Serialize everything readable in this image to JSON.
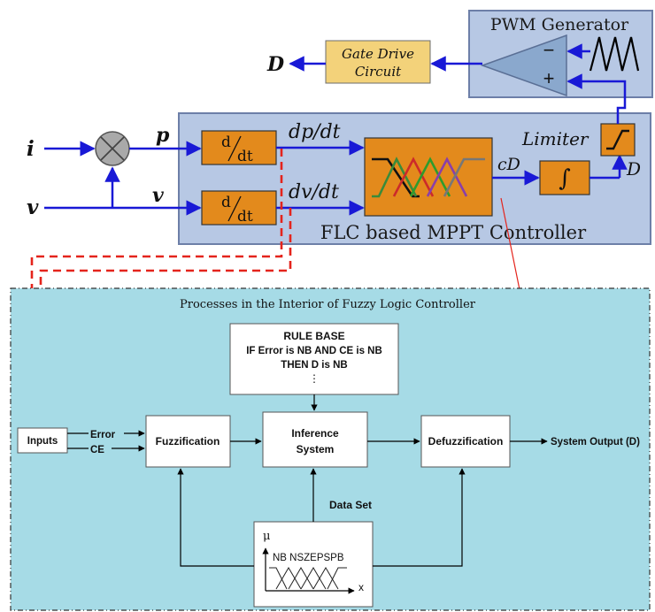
{
  "colors": {
    "panel": "#b7c8e4",
    "panel_border": "#6d7fa8",
    "block_orange": "#e38a1c",
    "gate_yellow": "#f3d27a",
    "signal_blue": "#1919d6",
    "dash_red": "#e4241c",
    "bottom_bg": "#a6dbe6",
    "box_white": "#ffffff"
  },
  "icons": {
    "multiplier": "multiplier-circle-icon",
    "comparator": "comparator-triangle-icon",
    "sawtooth": "sawtooth-wave-icon",
    "integrator": "integrator-icon",
    "limiter": "limiter-icon",
    "membership": "membership-functions-icon"
  },
  "top": {
    "pwm_title": "PWM Generator",
    "comp_minus": "−",
    "comp_plus": "+",
    "gate_line1": "Gate Drive",
    "gate_line2": "Circuit",
    "output_D": "D",
    "input_i": "i",
    "input_v": "v",
    "signal_p": "p",
    "signal_v": "v",
    "deriv_d": "d",
    "deriv_dt": "dt",
    "dpdt": "dp/dt",
    "dvdt": "dv/dt",
    "cD": "cD",
    "integral": "∫",
    "limiter": "Limiter",
    "limiter_D": "D",
    "controller_label": "FLC based MPPT Controller"
  },
  "bottom": {
    "title": "Processes in the Interior of Fuzzy Logic Controller",
    "rule_base": {
      "title": "RULE BASE",
      "line1": "IF Error is NB AND CE is NB",
      "line2": "THEN D is NB",
      "dots": "⋮"
    },
    "inputs": "Inputs",
    "error": "Error",
    "ce": "CE",
    "fuzzification": "Fuzzification",
    "inference_line1": "Inference",
    "inference_line2": "System",
    "defuzzification": "Defuzzification",
    "system_output": "System Output (D)",
    "data_set": "Data Set",
    "mu": "μ",
    "mf_labels": "NB NSZEPSPB",
    "x_axis": "x"
  }
}
